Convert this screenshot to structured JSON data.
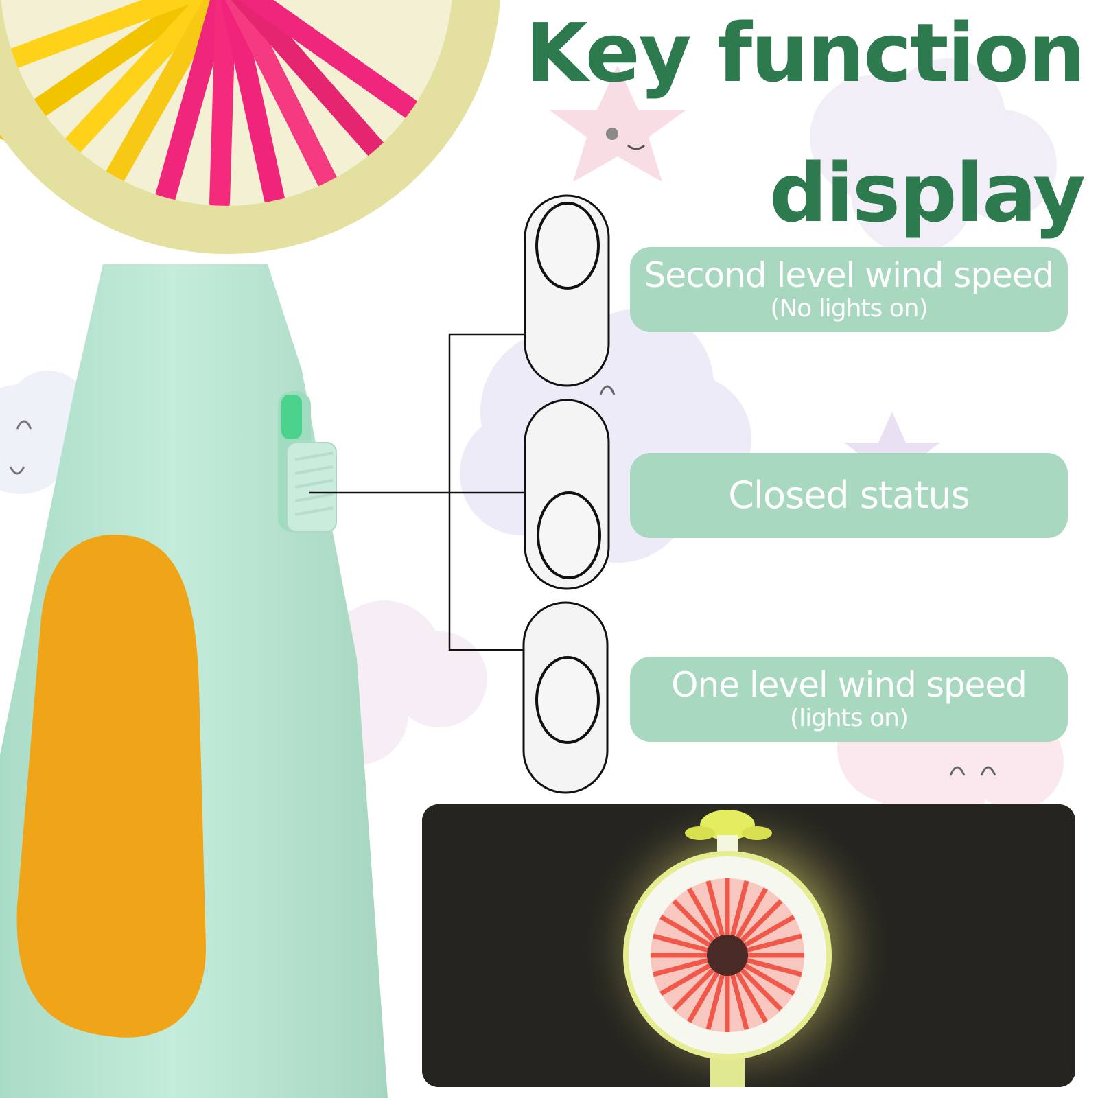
{
  "title": {
    "line1": "Key function",
    "line2": "display"
  },
  "modes": [
    {
      "label": "Second level wind speed",
      "note": "(No lights on)"
    },
    {
      "label": "Closed status",
      "note": ""
    },
    {
      "label": "One level wind speed",
      "note": "(lights on)"
    }
  ],
  "colors": {
    "title": "#2c7a4e",
    "label_bg": "#a8d8c0",
    "fan_handle": "#bfe8d6",
    "fan_ring": "#e4e0a0",
    "fan_button": "#f0a418",
    "photo_bg": "#25241f",
    "lit_blades": "#f0584a"
  },
  "icons": [
    "switch-up-icon",
    "switch-middle-icon",
    "switch-down-icon",
    "slide-switch-icon"
  ]
}
